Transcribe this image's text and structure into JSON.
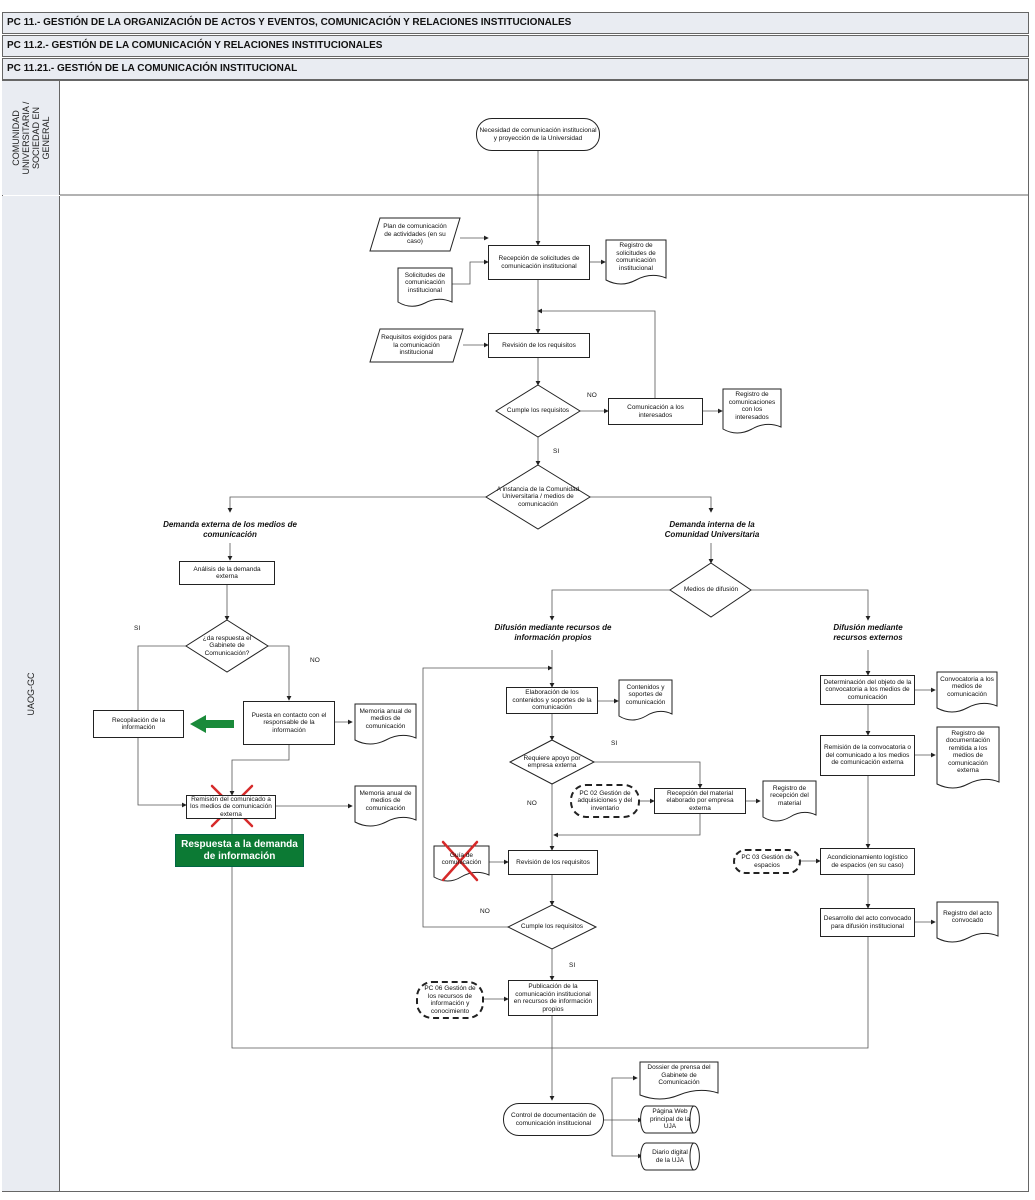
{
  "headers": [
    "PC 11.- GESTIÓN DE LA ORGANIZACIÓN DE ACTOS Y EVENTOS, COMUNICACIÓN Y RELACIONES INSTITUCIONALES",
    "PC 11.2.- GESTIÓN DE LA COMUNICACIÓN Y RELACIONES INSTITUCIONALES",
    "PC 11.21.- GESTIÓN DE LA COMUNICACIÓN INSTITUCIONAL"
  ],
  "lanes": {
    "community": "COMUNIDAD UNIVERSITARIA / SOCIEDAD EN GENERAL",
    "uaog": "UAOG-GC"
  },
  "nodes": {
    "start": "Necesidad de comunicación institucional y proyección de la Universidad",
    "plan": "Plan de comunicación de actividades (en su caso)",
    "solicitudes": "Solicitudes de comunicación institucional",
    "recepcion": "Recepción de solicitudes de comunicación institucional",
    "registro_solicitudes": "Registro de solicitudes de comunicación institucional",
    "requisitos_exigidos": "Requisitos exigidos para la comunicación institucional",
    "revision1": "Revisión de los requisitos",
    "cumple1": "Cumple los requisitos",
    "comunicacion_interesados": "Comunicación a los interesados",
    "registro_comunicaciones": "Registro de comunicaciones con los interesados",
    "instancia": "A instancia de la Comunidad Universitaria / medios de comunicación",
    "analisis": "Análisis de la demanda externa",
    "da_respuesta": "¿da respuesta el Gabinete de Comunicación?",
    "recopilacion": "Recopilación de la información",
    "puesta_contacto": "Puesta en contacto con el responsable de la información",
    "memoria1": "Memoria anual de medios de comunicación",
    "remision_comunicado": "Remisión del comunicado a los medios de comunicación externa",
    "memoria2": "Memoria anual de medios de comunicación",
    "medios_difusion": "Medios de difusión",
    "elaboracion": "Elaboración de los contenidos y soportes de la comunicación",
    "contenidos": "Contenidos y soportes de comunicación",
    "requiere_apoyo": "Requiere apoyo por empresa externa",
    "pc02": "PC 02 Gestión de adquisiciones y del inventario",
    "recepcion_material": "Recepción del material elaborado por empresa externa",
    "registro_material": "Registro de recepción del material",
    "doc_comunicacion": "Guía de comunicación",
    "revision2": "Revisión de los requisitos",
    "cumple2": "Cumple los requisitos",
    "pc06": "PC 06 Gestión de los recursos de información y conocimiento",
    "publicacion": "Publicación de la comunicación institucional en recursos de información propios",
    "determinacion": "Determinación del objeto de la convocatoria a los medios de comunicación",
    "convocatoria_doc": "Convocatoria a los medios de comunicación",
    "remision_convocatoria": "Remisión de la convocatoria o del comunicado a los medios de comunicación externa",
    "registro_doc_remitida": "Registro de documentación remitida a los medios de comunicación externa",
    "pc03": "PC 03 Gestión de espacios",
    "acondicionamiento": "Acondicionamiento logístico de espacios (en su caso)",
    "desarrollo": "Desarrollo del acto convocado para difusión institucional",
    "registro_acto": "Registro del acto convocado",
    "control": "Control de documentación de comunicación institucional",
    "dossier": "Dossier de prensa del Gabinete de Comunicación",
    "pagina_web": "Página Web principal de la UJA",
    "diario": "Diario digital de la UJA"
  },
  "branch_labels": {
    "externa": "Demanda externa de los medios de comunicación",
    "interna": "Demanda interna de la Comunidad Universitaria",
    "propios": "Difusión mediante recursos de información propios",
    "externos": "Difusión mediante recursos externos"
  },
  "edge_labels": {
    "no1": "NO",
    "si1": "SI",
    "si2": "SI",
    "no2": "NO",
    "si3": "SI",
    "no3": "NO",
    "no4": "NO",
    "si4": "SI"
  },
  "annotation": "Respuesta a la demanda de información",
  "colors": {
    "annotation_bg": "#0c7a34",
    "arrow_green": "#1a8a3a",
    "cross_red": "#d62a2a"
  }
}
